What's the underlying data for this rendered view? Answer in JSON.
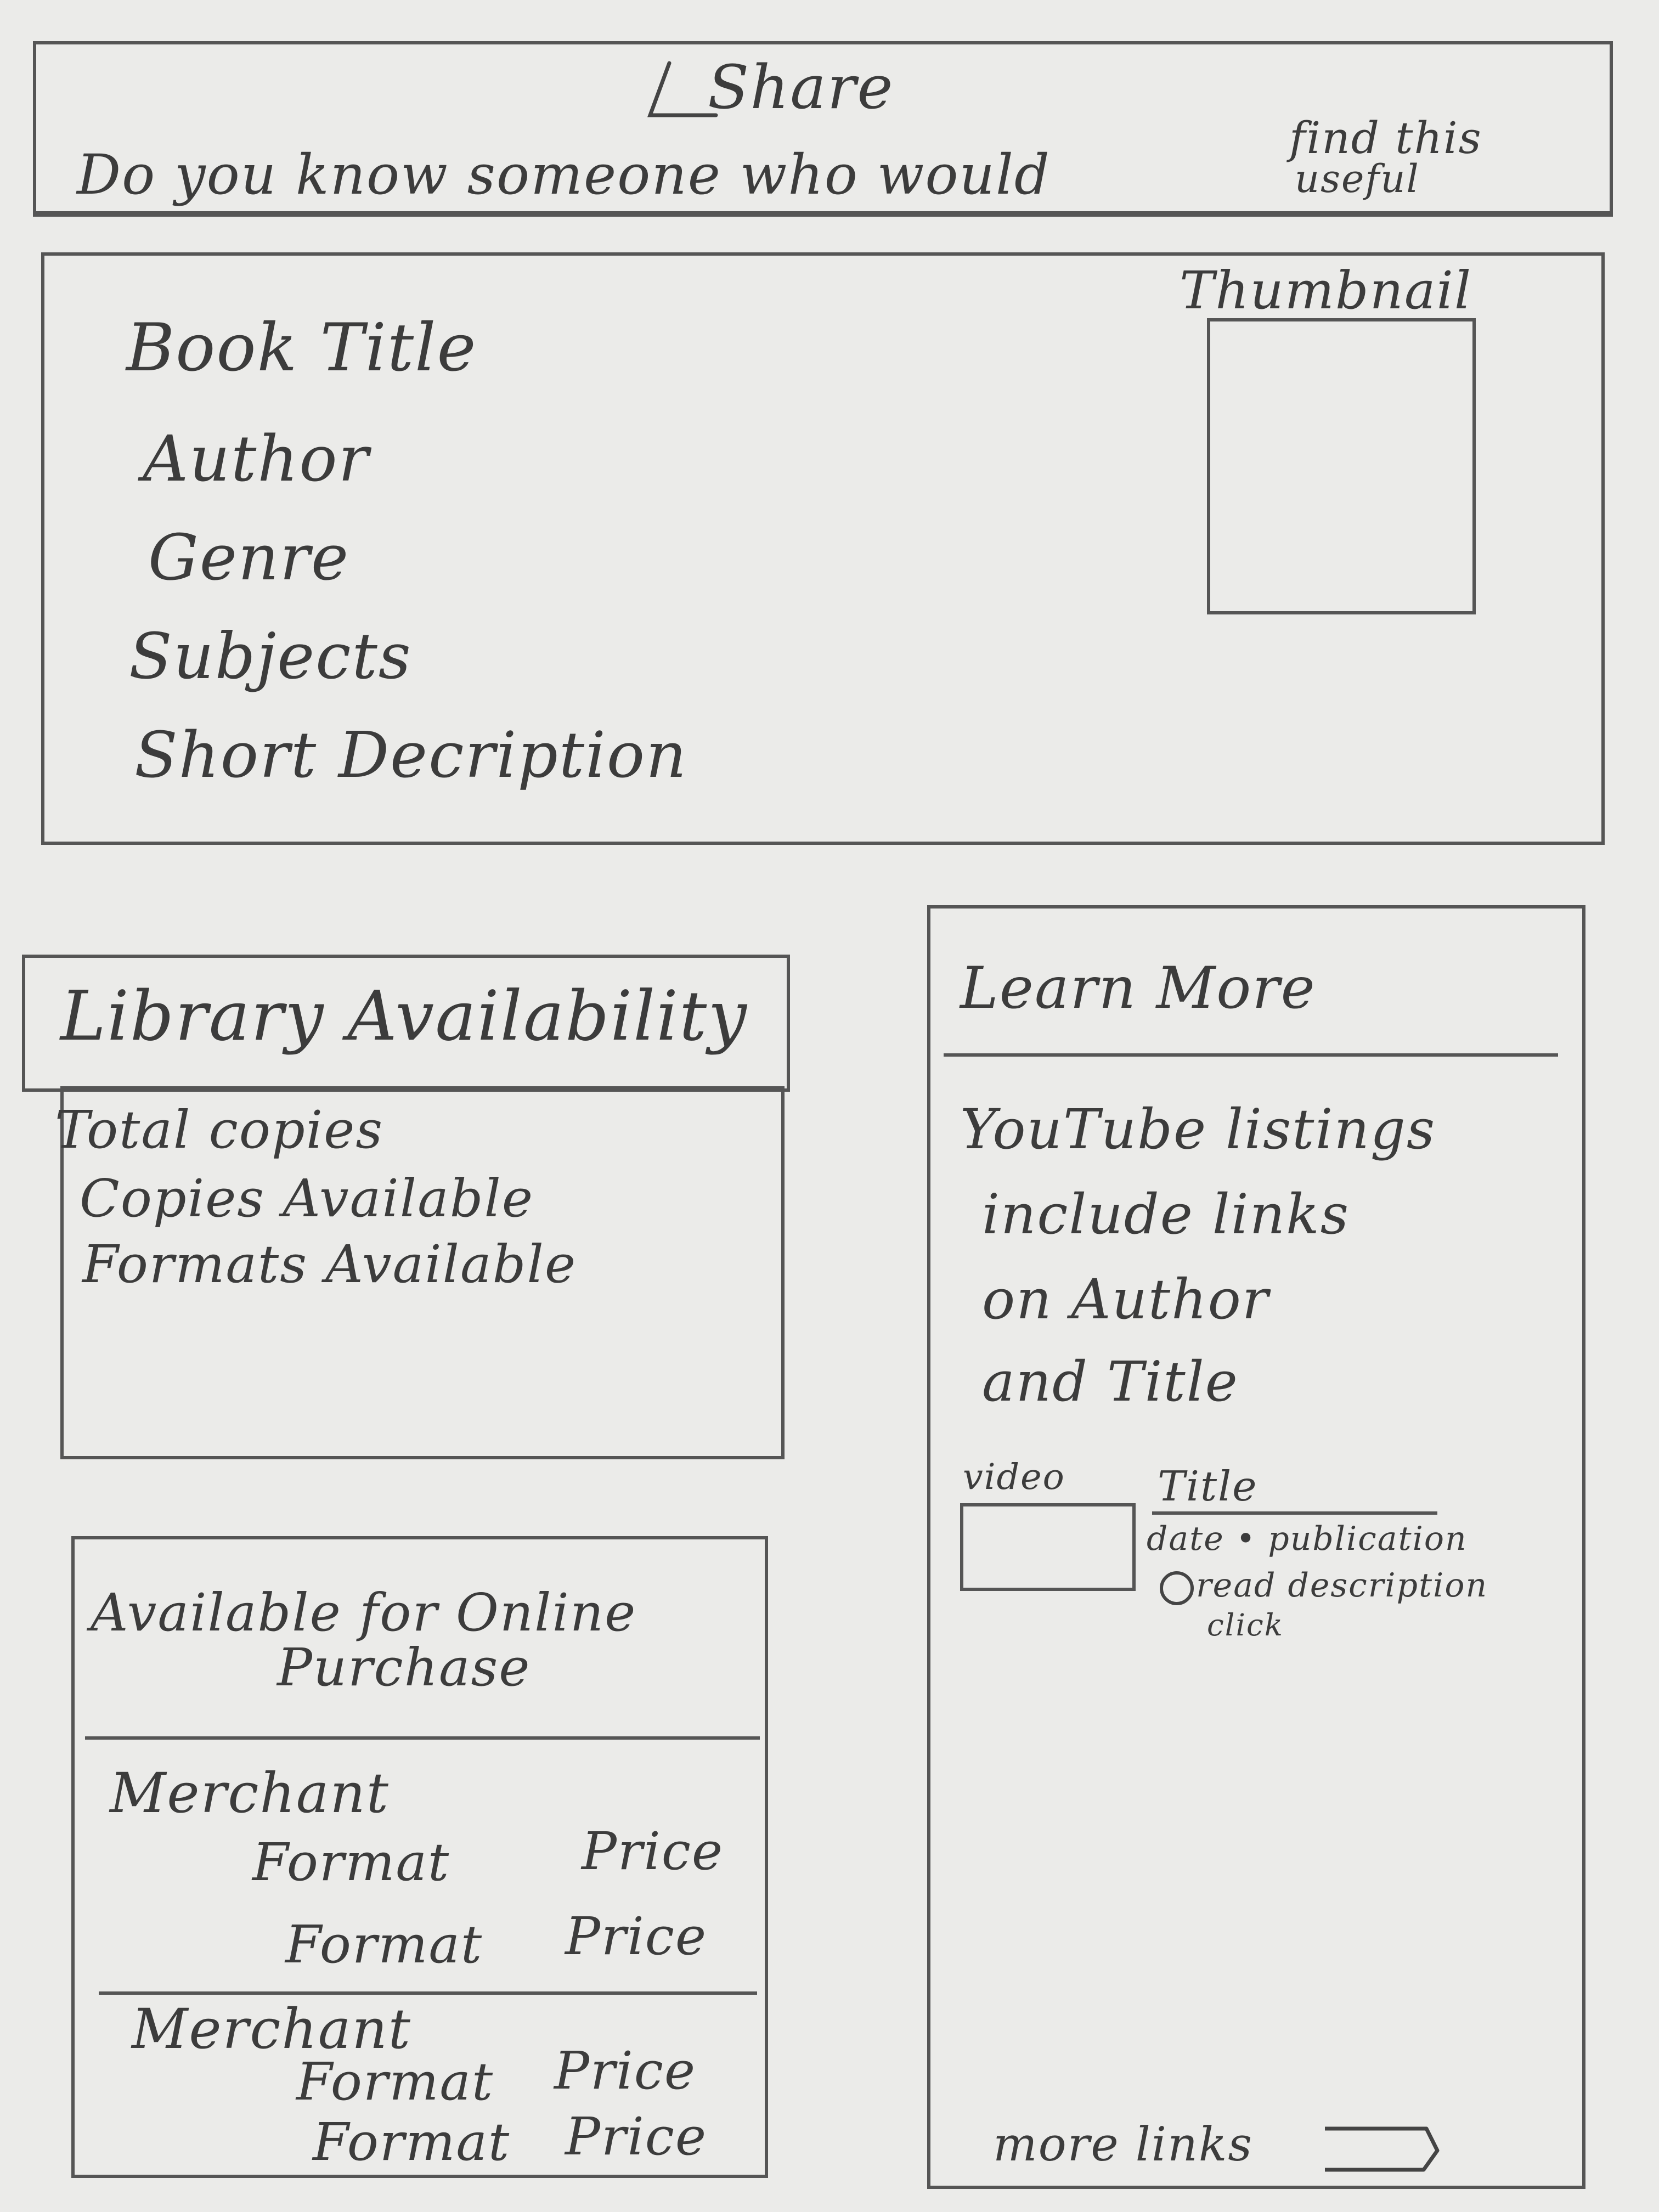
{
  "share": {
    "icon": "share-arrow-icon",
    "label": "Share",
    "prompt": "Do you know someone who would",
    "prompt_tail_line1": "find this",
    "prompt_tail_line2": "useful"
  },
  "book": {
    "title": "Book Title",
    "author": "Author",
    "genre": "Genre",
    "subjects": "Subjects",
    "description": "Short Decription",
    "thumbnail_label": "Thumbnail"
  },
  "library": {
    "heading": "Library Availability",
    "total": "Total copies",
    "available": "Copies Available",
    "formats": "Formats Available"
  },
  "purchase": {
    "heading_line1": "Available for Online",
    "heading_line2": "Purchase",
    "merchants": [
      {
        "name": "Merchant",
        "rows": [
          {
            "format": "Format",
            "price": "Price"
          },
          {
            "format": "Format",
            "price": "Price"
          }
        ]
      },
      {
        "name": "Merchant",
        "rows": [
          {
            "format": "Format",
            "price": "Price"
          },
          {
            "format": "Format",
            "price": "Price"
          }
        ]
      }
    ]
  },
  "learn": {
    "heading": "Learn More",
    "intro_lines": [
      "YouTube listings",
      "include links",
      "on Author",
      "and Title"
    ],
    "video_label": "video",
    "video_title": "Title",
    "video_meta": "date • publication",
    "video_desc_line1": "read description",
    "video_desc_line2": "click",
    "more_links": "more links"
  }
}
